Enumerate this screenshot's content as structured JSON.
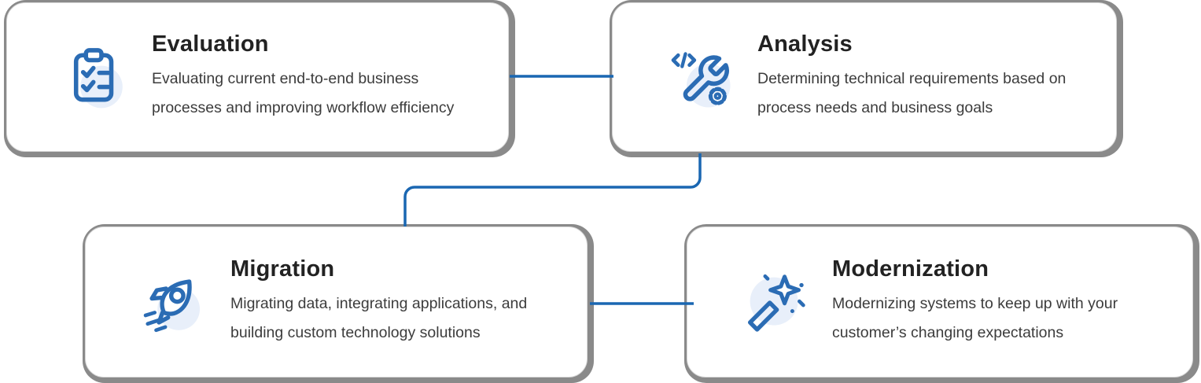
{
  "colors": {
    "brand_blue": "#2b6cb4",
    "connector_blue": "#1a67b2",
    "card_ring_gray": "#8a8a8a",
    "icon_circle_bg": "#e8effa",
    "title_text": "#222222",
    "body_text": "#3c3c3c"
  },
  "cards": [
    {
      "id": "evaluation",
      "title": "Evaluation",
      "description_lines": [
        "Evaluating current end-to-end business",
        "processes and improving workflow efficiency"
      ],
      "icon": "clipboard-checklist-icon"
    },
    {
      "id": "analysis",
      "title": "Analysis",
      "description_lines": [
        "Determining technical requirements based on",
        "process needs and business goals"
      ],
      "icon": "wrench-code-gear-icon"
    },
    {
      "id": "migration",
      "title": "Migration",
      "description_lines": [
        "Migrating data, integrating applications, and",
        "building custom technology solutions"
      ],
      "icon": "rocket-icon"
    },
    {
      "id": "modernization",
      "title": "Modernization",
      "description_lines": [
        "Modernizing systems to keep up with your",
        "customer’s changing expectations"
      ],
      "icon": "magic-wand-icon"
    }
  ],
  "connectors": [
    {
      "from": "evaluation",
      "to": "analysis"
    },
    {
      "from": "analysis",
      "to": "migration"
    },
    {
      "from": "migration",
      "to": "modernization"
    }
  ]
}
